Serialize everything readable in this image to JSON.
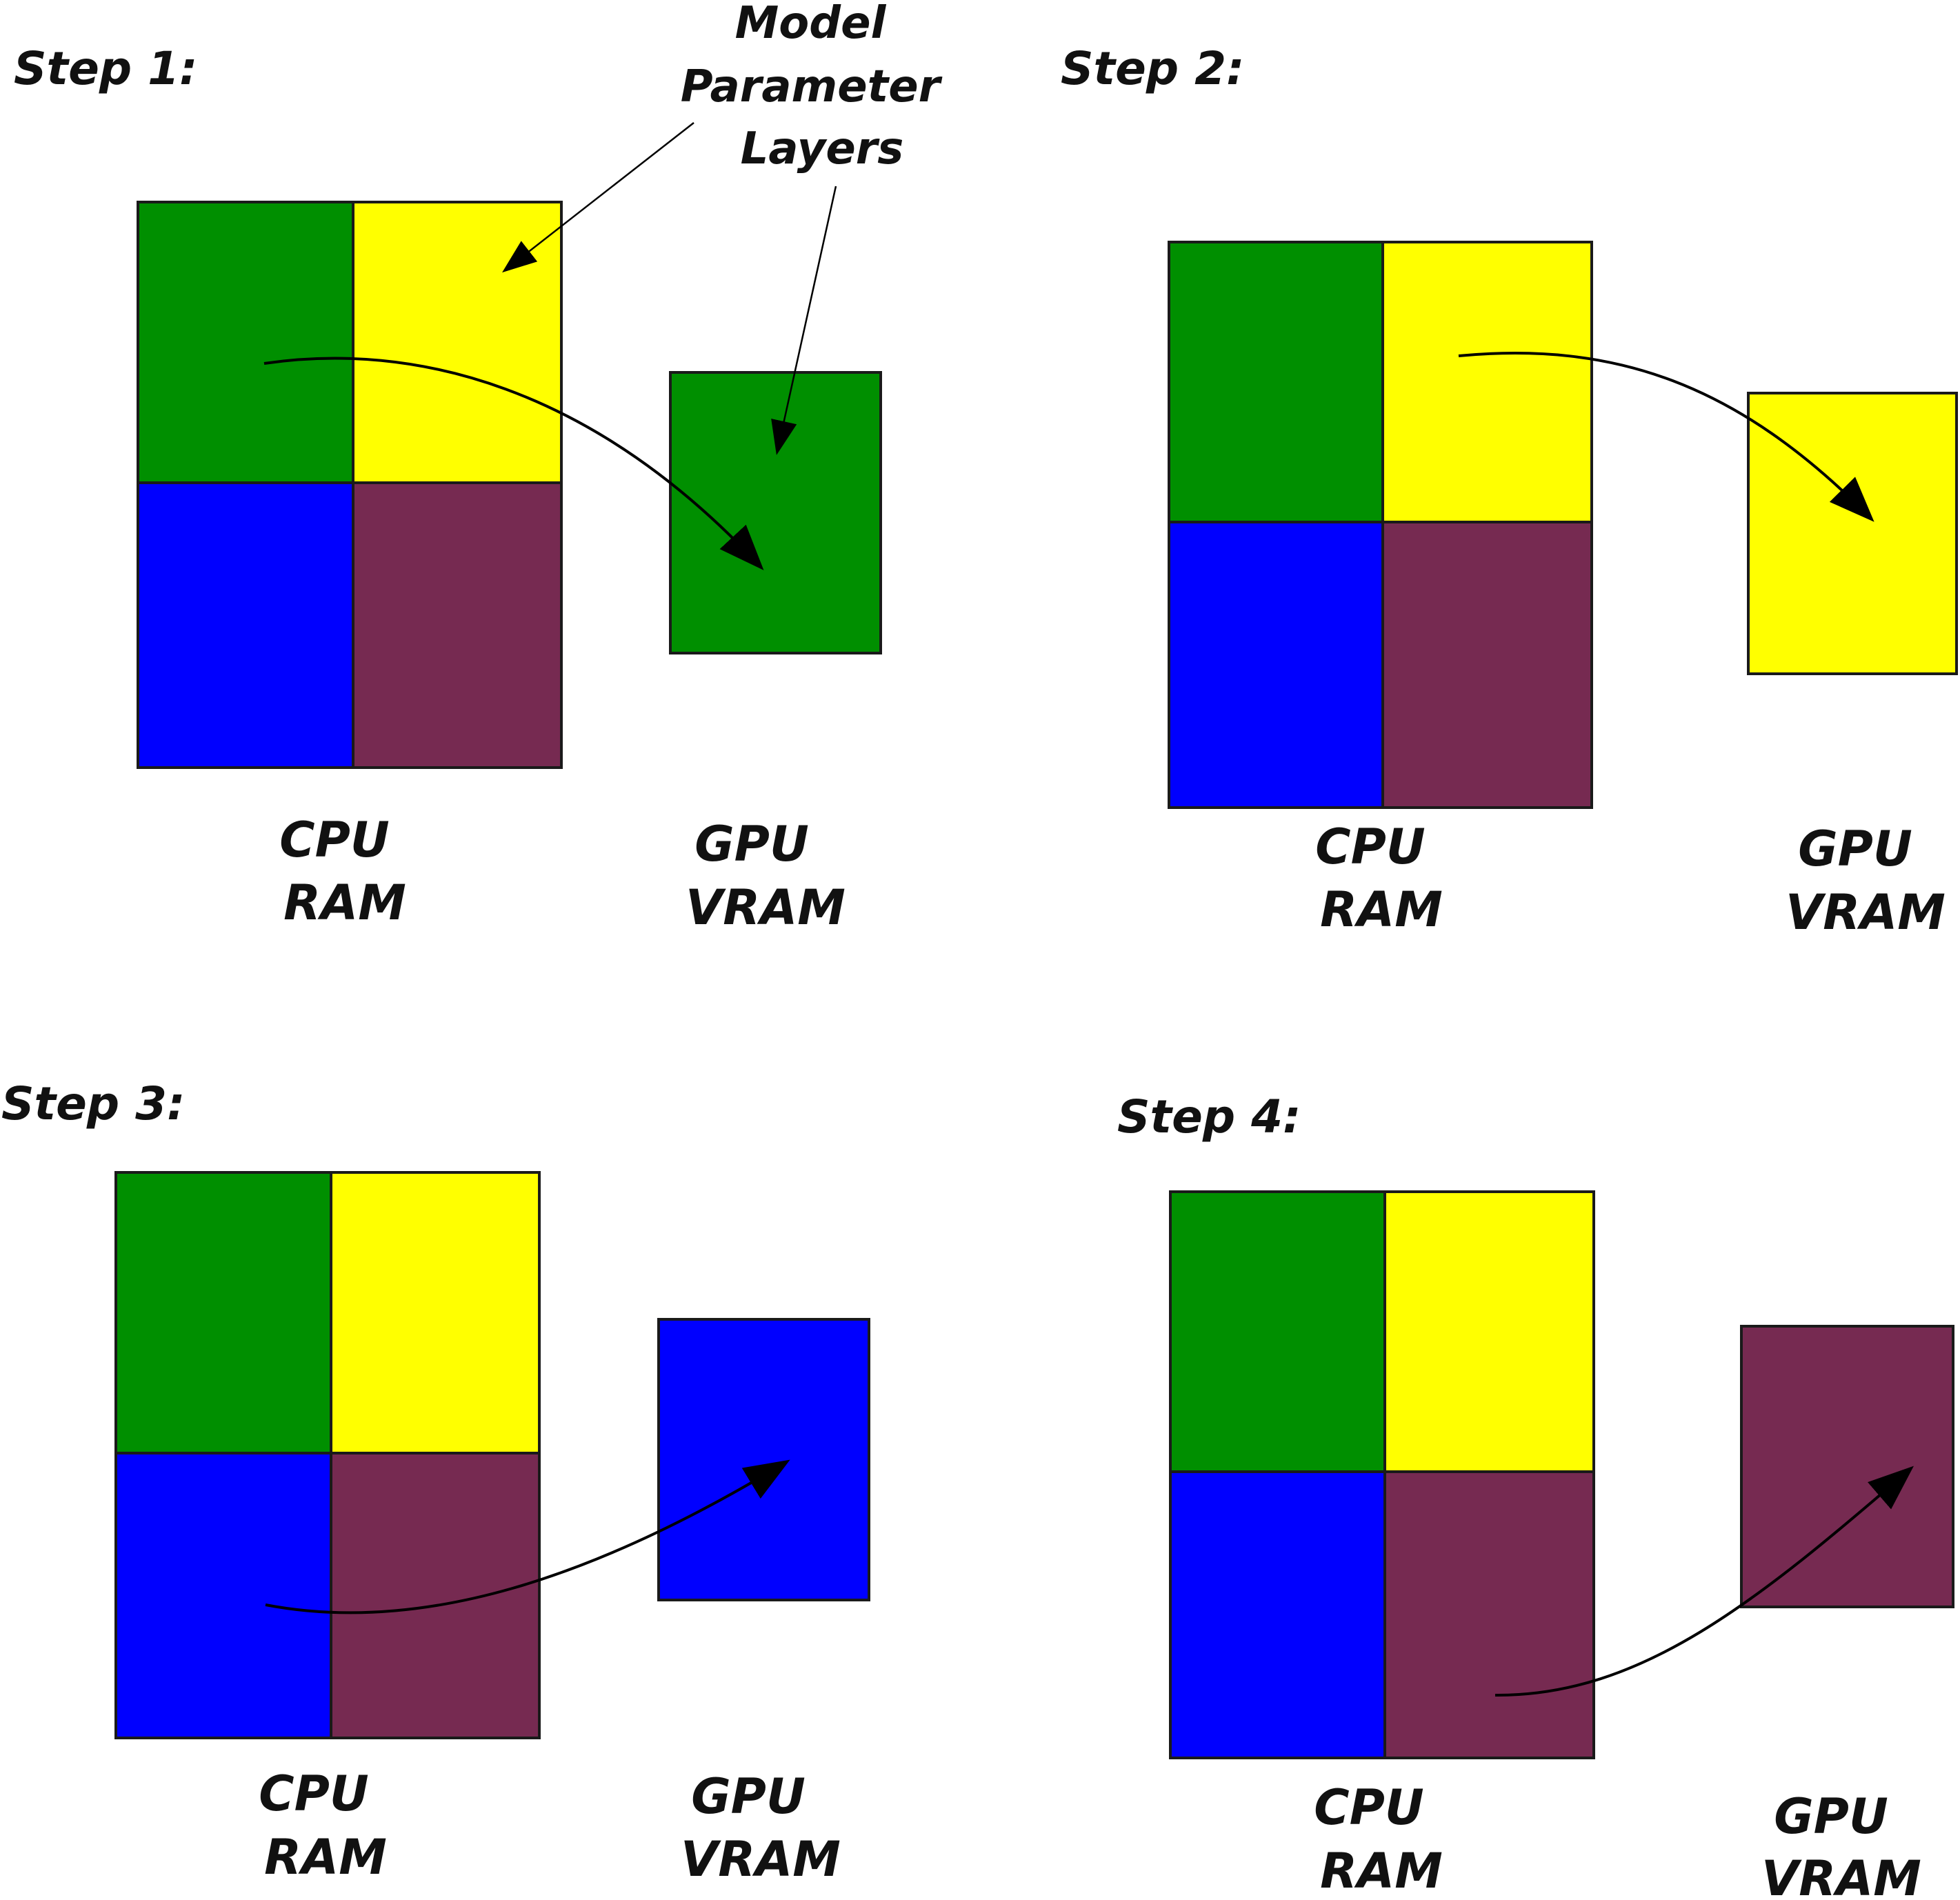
{
  "colors": {
    "layer_1": "#008f00",
    "layer_2": "#ffff00",
    "layer_3": "#0000ff",
    "layer_4": "#762a51",
    "outline": "#1a1a1a",
    "arrow": "#000000",
    "text": "#111111"
  },
  "layers": [
    "layer_1",
    "layer_2",
    "layer_3",
    "layer_4"
  ],
  "callout": {
    "line1": "Model",
    "line2": "Parameter",
    "line3": "Layers"
  },
  "steps": [
    {
      "title": "Step 1:",
      "cpu_line1": "CPU",
      "cpu_line2": "RAM",
      "gpu_line1": "GPU",
      "gpu_line2": "VRAM",
      "gpu_layer": "layer_1"
    },
    {
      "title": "Step 2:",
      "cpu_line1": "CPU",
      "cpu_line2": "RAM",
      "gpu_line1": "GPU",
      "gpu_line2": "VRAM",
      "gpu_layer": "layer_2"
    },
    {
      "title": "Step 3:",
      "cpu_line1": "CPU",
      "cpu_line2": "RAM",
      "gpu_line1": "GPU",
      "gpu_line2": "VRAM",
      "gpu_layer": "layer_3"
    },
    {
      "title": "Step 4:",
      "cpu_line1": "CPU",
      "cpu_line2": "RAM",
      "gpu_line1": "GPU",
      "gpu_line2": "VRAM",
      "gpu_layer": "layer_4"
    }
  ]
}
